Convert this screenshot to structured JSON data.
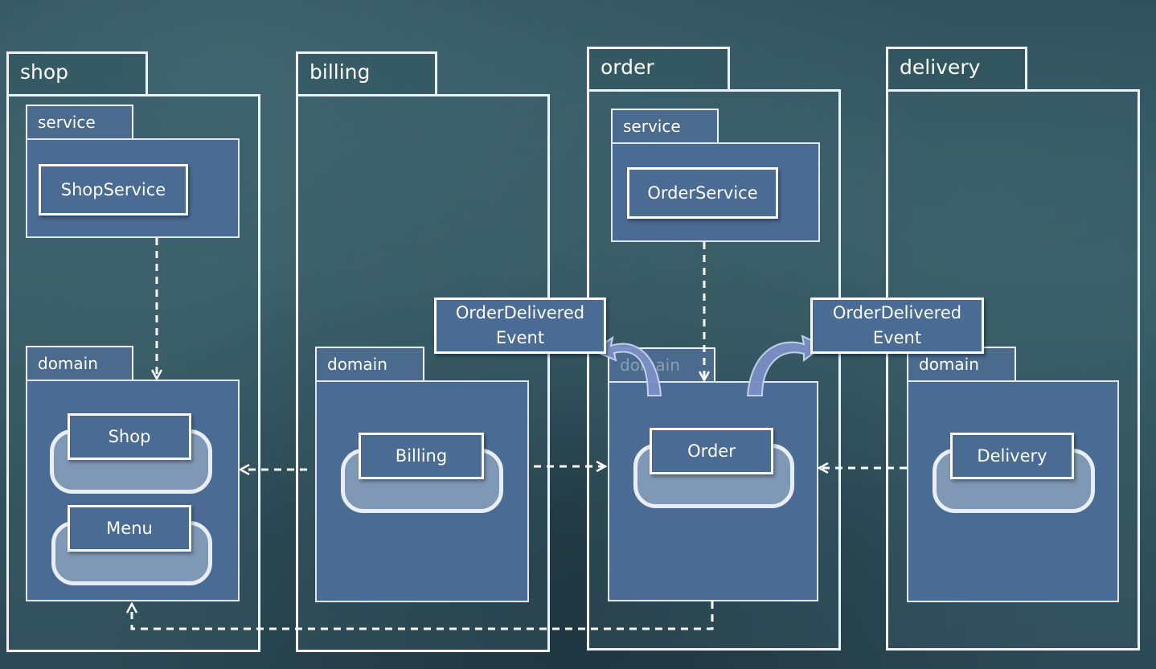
{
  "packages": {
    "shop": {
      "label": "shop",
      "service": {
        "label": "service",
        "class": "ShopService"
      },
      "domain": {
        "label": "domain",
        "classes": [
          "Shop",
          "Menu"
        ]
      }
    },
    "billing": {
      "label": "billing",
      "domain": {
        "label": "domain",
        "classes": [
          "Billing"
        ]
      }
    },
    "order": {
      "label": "order",
      "service": {
        "label": "service",
        "class": "OrderService"
      },
      "domain": {
        "label": "domain",
        "classes": [
          "Order"
        ]
      }
    },
    "delivery": {
      "label": "delivery",
      "domain": {
        "label": "domain",
        "classes": [
          "Delivery"
        ]
      }
    }
  },
  "events": {
    "left": {
      "line1": "OrderDelivered",
      "line2": "Event"
    },
    "right": {
      "line1": "OrderDelivered",
      "line2": "Event"
    }
  },
  "colors": {
    "line": "#ffffff",
    "box_fill": "#4a6b93",
    "arrow_fill": "#7b8fc4"
  }
}
